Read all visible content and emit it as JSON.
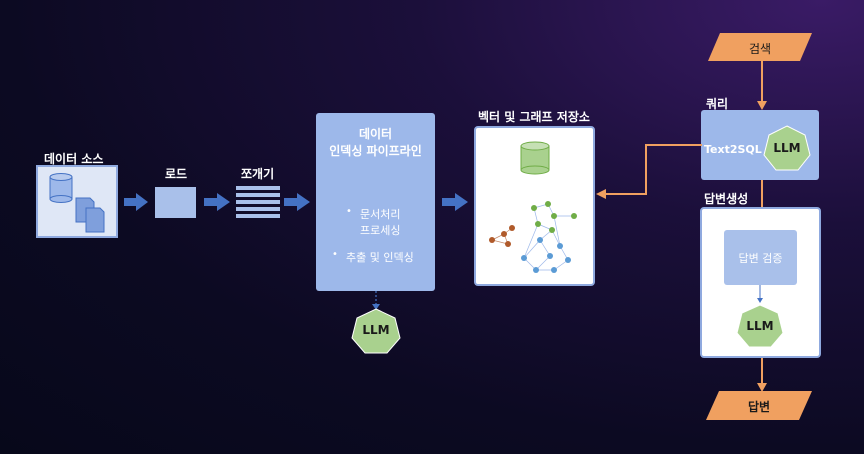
{
  "stages": {
    "data_source": "데이터 소스",
    "load": "로드",
    "chunk": "쪼개기",
    "pipeline_title_1": "데이터",
    "pipeline_title_2": "인덱싱 파이프라인",
    "pipeline_bullet_1a": "문서처리",
    "pipeline_bullet_1b": "프로세싱",
    "pipeline_bullet_2": "추출 및 인덱싱",
    "store": "벡터 및 그래프 저장소",
    "search": "검색",
    "query": "쿼리",
    "text2sql": "Text2SQL",
    "answer_gen": "답변생성",
    "answer_verify": "답변 검증",
    "answer": "답변",
    "llm": "LLM"
  },
  "colors": {
    "arrow_blue": "#4472c4",
    "arrow_orange": "#f0a060",
    "box_blue": "#a9c0ea",
    "llm_green": "#a9d18e",
    "node_green": "#70ad47",
    "node_blue": "#5b9bd5",
    "node_brown": "#b05a2a"
  }
}
